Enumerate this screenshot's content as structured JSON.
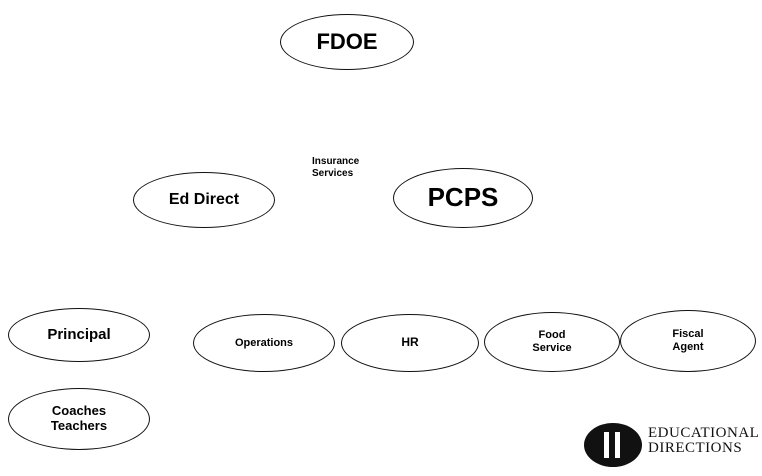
{
  "nodes": {
    "fdoe": "FDOE",
    "ed_direct": "Ed Direct",
    "pcps": "PCPS",
    "principal": "Principal",
    "coaches_teachers": [
      "Coaches",
      "Teachers"
    ],
    "operations": "Operations",
    "hr": "HR",
    "food_service": [
      "Food",
      "Service"
    ],
    "fiscal_agent": [
      "Fiscal",
      "Agent"
    ]
  },
  "annotation": [
    "Insurance",
    "Services"
  ],
  "logo": {
    "line1": "EDUCATIONAL",
    "line2": "DIRECTIONS"
  }
}
